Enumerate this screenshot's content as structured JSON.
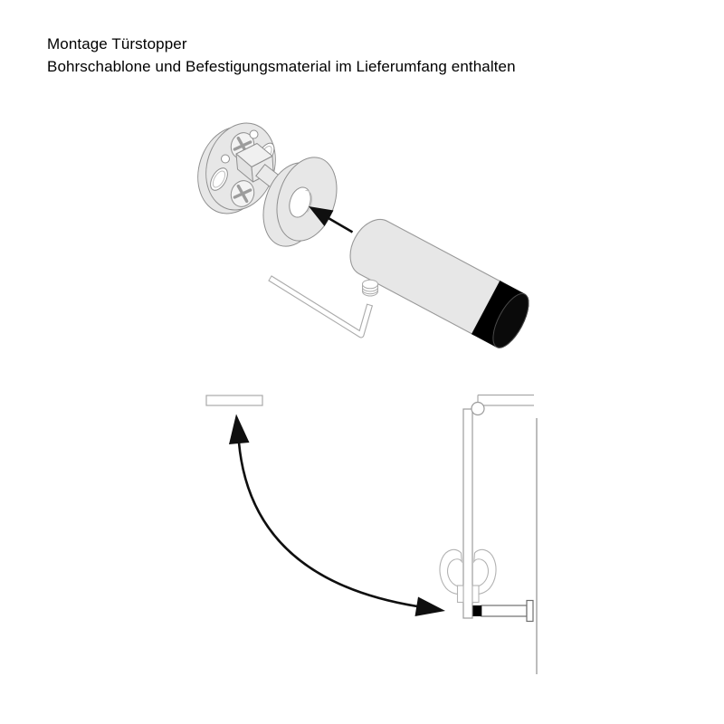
{
  "page": {
    "title": "Montage Türstopper",
    "background": "#ffffff"
  },
  "header": {
    "line1": "Montage Türstopper",
    "line2": "Bohrschablone und Befestigungsmaterial im Lieferumfang enthalten"
  },
  "colors": {
    "text": "#000000",
    "part_fill": "#e7e7e7",
    "part_stroke": "#8f8f8f",
    "tool_stroke": "#ababab",
    "diagram_stroke": "#9c9c9c",
    "light_stroke": "#b3b3b3",
    "stopper_stroke": "#6e6e6e",
    "arrow_black": "#0f0f0f",
    "buffer_black": "#000000"
  },
  "assembly_diagram": {
    "parts": [
      "wall-plate-with-screws",
      "rosette-cover-with-hole",
      "insert-direction-arrow",
      "stopper-cylinder-body",
      "black-rubber-buffer-cap",
      "allen-key",
      "grub-screw"
    ]
  },
  "installation_diagram": {
    "parts": [
      "door-open-position",
      "door-swing-arc",
      "door-hinge",
      "door-closed-position",
      "door-handle-top-view",
      "wall-mounted-stopper",
      "wall-line"
    ]
  }
}
